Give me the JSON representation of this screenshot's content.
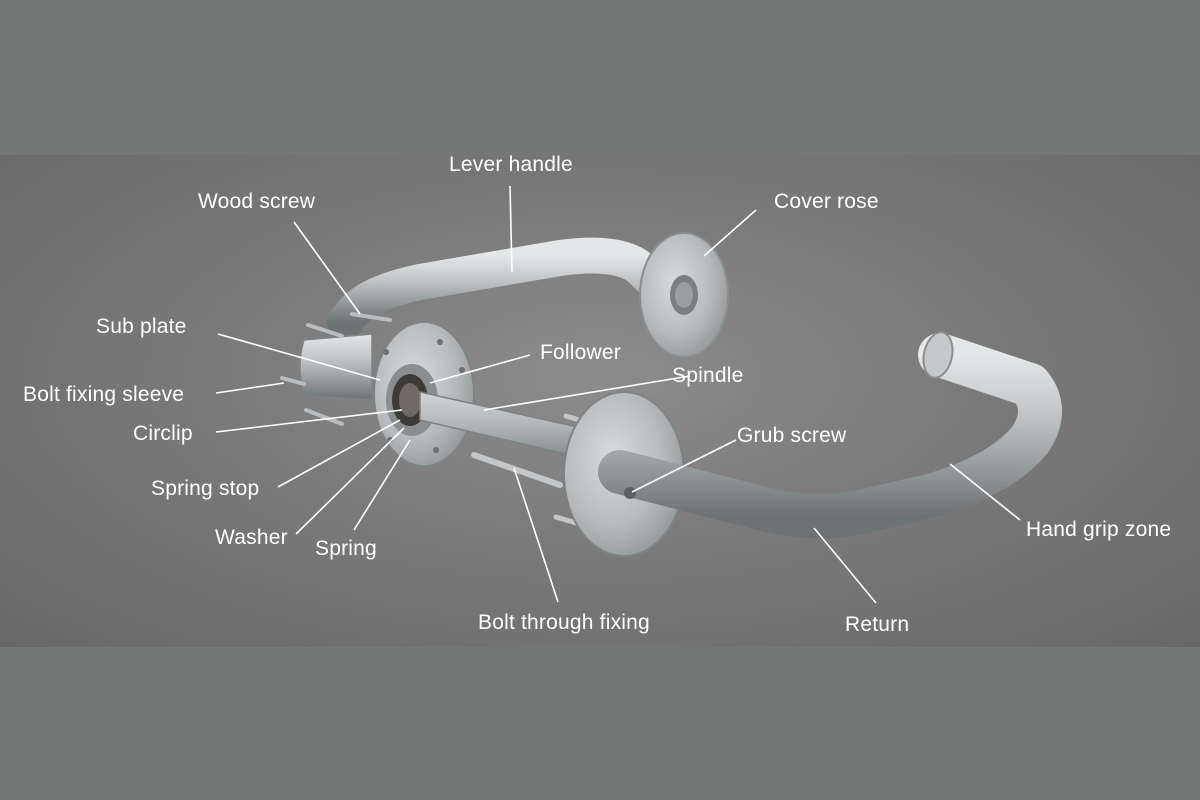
{
  "labels": {
    "lever_handle": "Lever handle",
    "wood_screw": "Wood screw",
    "cover_rose": "Cover rose",
    "sub_plate": "Sub plate",
    "follower": "Follower",
    "spindle": "Spindle",
    "bolt_fixing_sleeve": "Bolt fixing sleeve",
    "circlip": "Circlip",
    "grub_screw": "Grub screw",
    "spring_stop": "Spring stop",
    "hand_grip_zone": "Hand grip zone",
    "washer": "Washer",
    "spring": "Spring",
    "bolt_through_fixing": "Bolt through fixing",
    "return": "Return"
  },
  "colors": {
    "background": "#757777",
    "text": "#ffffff",
    "metal": "#b9bdbf"
  }
}
